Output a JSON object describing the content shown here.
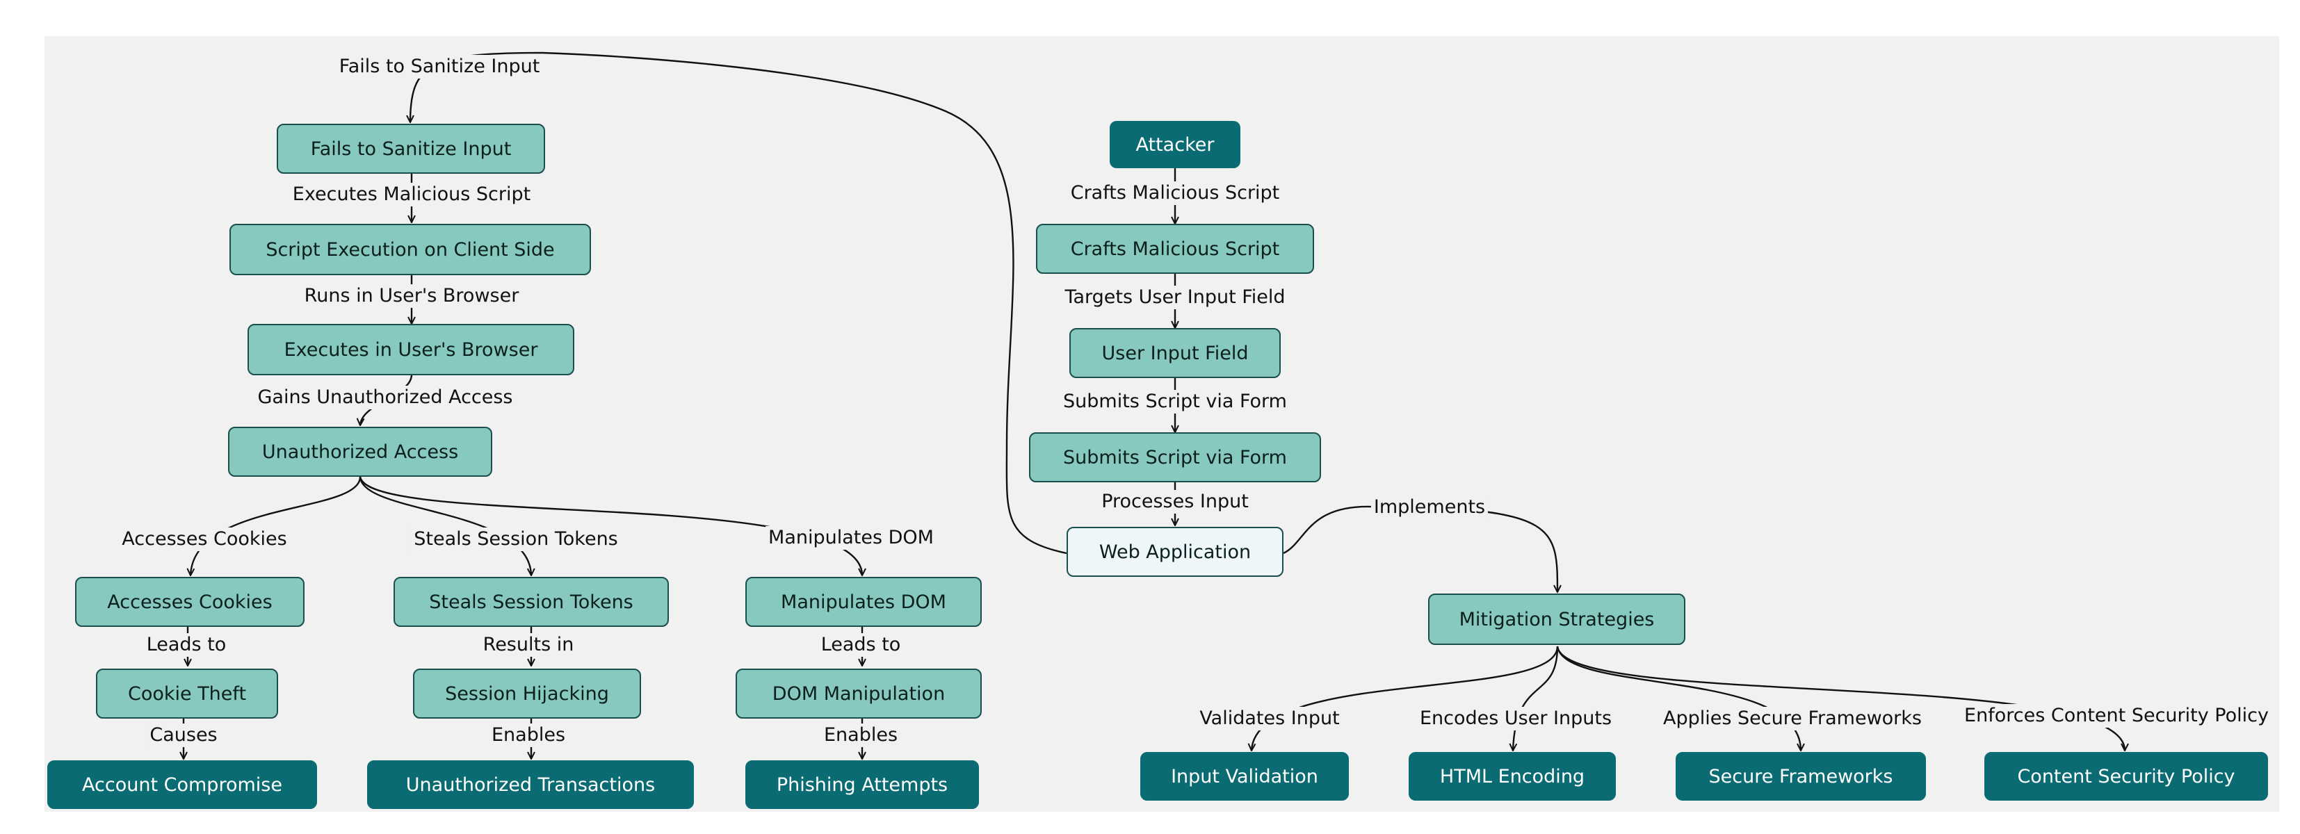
{
  "colors": {
    "background": "#f1f1f1",
    "node_light": "#87c8bf",
    "node_dark": "#0b6b72",
    "node_white": "#eef6fa",
    "edge": "#111111"
  },
  "nodes": {
    "attacker": "Attacker",
    "crafts_script": "Crafts Malicious Script",
    "user_input_field": "User Input Field",
    "submits_script": "Submits Script via Form",
    "web_application": "Web Application",
    "fails_sanitize": "Fails to Sanitize Input",
    "script_execution": "Script Execution on Client Side",
    "executes_browser": "Executes in User's Browser",
    "unauthorized_access": "Unauthorized Access",
    "accesses_cookies": "Accesses Cookies",
    "steals_tokens": "Steals Session Tokens",
    "manipulates_dom": "Manipulates DOM",
    "cookie_theft": "Cookie Theft",
    "session_hijacking": "Session Hijacking",
    "dom_manipulation": "DOM Manipulation",
    "account_compromise": "Account Compromise",
    "unauthorized_transactions": "Unauthorized Transactions",
    "phishing_attempts": "Phishing Attempts",
    "mitigation": "Mitigation Strategies",
    "input_validation": "Input Validation",
    "html_encoding": "HTML Encoding",
    "secure_frameworks": "Secure Frameworks",
    "csp": "Content Security Policy"
  },
  "edges": {
    "crafts_script": "Crafts Malicious Script",
    "targets_input": "Targets User Input Field",
    "submits_script": "Submits Script via Form",
    "processes_input": "Processes Input",
    "fails_sanitize": "Fails to Sanitize Input",
    "executes_script": "Executes Malicious Script",
    "runs_browser": "Runs in User's Browser",
    "gains_access": "Gains Unauthorized Access",
    "accesses_cookies": "Accesses Cookies",
    "steals_tokens": "Steals Session Tokens",
    "manipulates_dom": "Manipulates DOM",
    "leads_to_1": "Leads to",
    "results_in": "Results in",
    "leads_to_2": "Leads to",
    "causes": "Causes",
    "enables_1": "Enables",
    "enables_2": "Enables",
    "implements": "Implements",
    "validates_input": "Validates Input",
    "encodes_inputs": "Encodes User Inputs",
    "applies_frameworks": "Applies Secure Frameworks",
    "enforces_csp": "Enforces Content Security Policy"
  }
}
